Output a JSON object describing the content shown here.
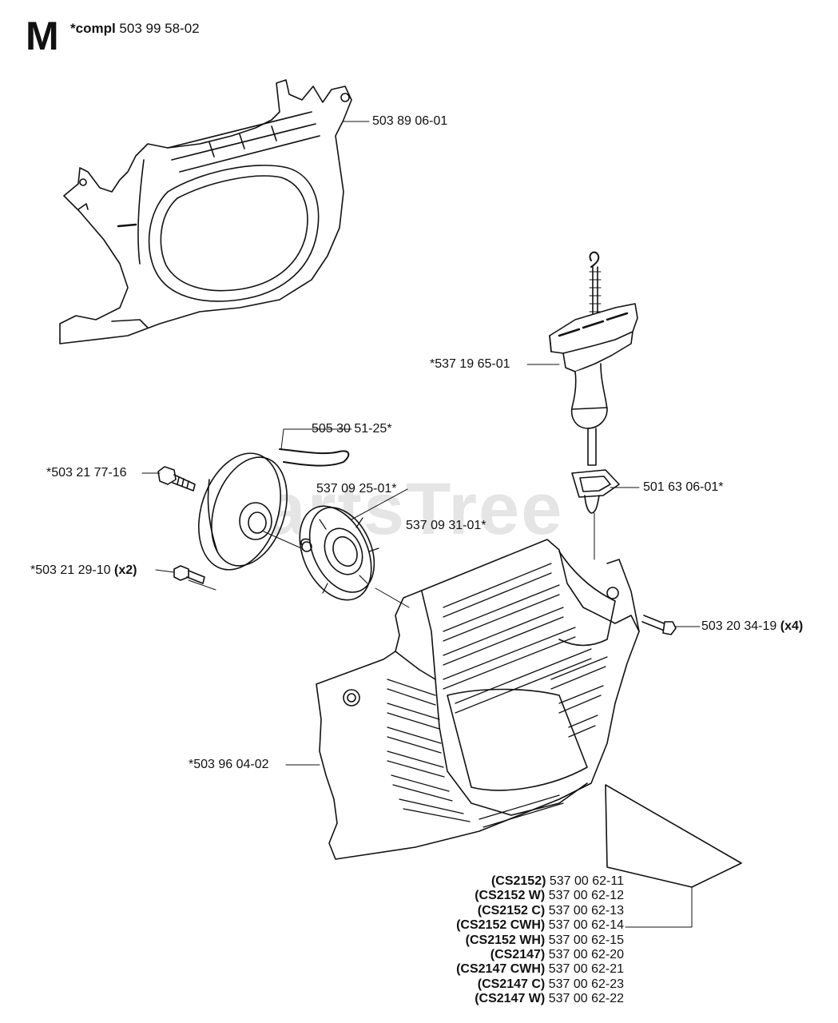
{
  "section": {
    "letter": "M",
    "compl_prefix": "*compl",
    "compl_part": "503 99 58-02"
  },
  "watermark": "PartsTree",
  "callouts": {
    "p1": "503 89 06-01",
    "p2": "*537 19 65-01",
    "p3": "505 30 51-25*",
    "p4": "*503 21 77-16",
    "p5": "537 09 25-01*",
    "p6": "501 63 06-01*",
    "p7": "537 09 31-01*",
    "p8_part": "*503 21 29-10",
    "p8_qty": "(x2)",
    "p9_part": "503 20 34-19",
    "p9_qty": "(x4)",
    "p10": "*503 96 04-02"
  },
  "variants": [
    {
      "model": "(CS2152)",
      "part": "537 00 62-11"
    },
    {
      "model": "(CS2152 W)",
      "part": "537 00 62-12"
    },
    {
      "model": "(CS2152 C)",
      "part": "537 00 62-13"
    },
    {
      "model": "(CS2152 CWH)",
      "part": "537 00 62-14"
    },
    {
      "model": "(CS2152 WH)",
      "part": "537 00 62-15"
    },
    {
      "model": "(CS2147)",
      "part": "537 00 62-20"
    },
    {
      "model": "(CS2147 CWH)",
      "part": "537 00 62-21"
    },
    {
      "model": "(CS2147 C)",
      "part": "537 00 62-23"
    },
    {
      "model": "(CS2147 W)",
      "part": "537 00 62-22"
    }
  ]
}
